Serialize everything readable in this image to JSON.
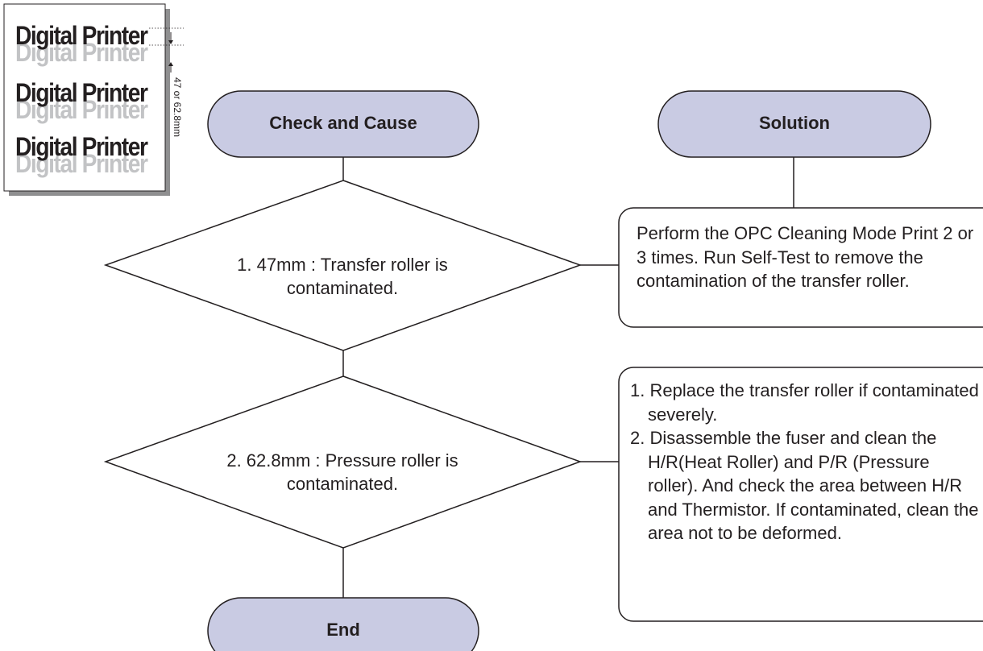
{
  "sample": {
    "line_text": "Digital Printer",
    "measurement_label": "47 or 62.8mm"
  },
  "headers": {
    "check": "Check and Cause",
    "solution": "Solution"
  },
  "decisions": [
    {
      "text": "1. 47mm : Transfer roller is contaminated."
    },
    {
      "text": "2. 62.8mm : Pressure roller is contaminated."
    }
  ],
  "solutions": {
    "first": "Perform the OPC Cleaning Mode Print 2 or 3 times. Run Self-Test to remove the contamination of the transfer roller.",
    "second_items": [
      "1. Replace the transfer roller if contaminated severely.",
      "2. Disassemble the fuser and clean the H/R(Heat Roller) and P/R (Pressure roller). And check the area between H/R and Thermistor. If contaminated, clean the area not to be deformed."
    ]
  },
  "end_label": "End",
  "colors": {
    "terminator_fill": "#c9cbe3",
    "stroke": "#231f20",
    "ghost_text": "#c2c3c5"
  }
}
